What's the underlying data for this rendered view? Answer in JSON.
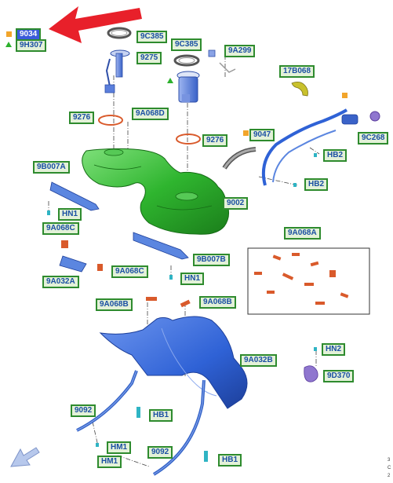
{
  "legend": {
    "items": [
      {
        "marker": "square",
        "color": "#f2a52b",
        "code": "9034",
        "selected": true
      },
      {
        "marker": "triangle",
        "color": "#2db12d",
        "code": "9H307"
      }
    ]
  },
  "callouts": {
    "c9C385_a": "9C385",
    "c9275": "9275",
    "c9C385_b": "9C385",
    "c9A299": "9A299",
    "c17B068": "17B068",
    "c9276_a": "9276",
    "c9A068D": "9A068D",
    "c9276_b": "9276",
    "c9047": "9047",
    "c9C268": "9C268",
    "cHB2_a": "HB2",
    "cHB2_b": "HB2",
    "c9B007A": "9B007A",
    "c9002": "9002",
    "cHN1_a": "HN1",
    "c9A068C_a": "9A068C",
    "c9A068A": "9A068A",
    "c9B007B": "9B007B",
    "c9A068C_b": "9A068C",
    "c9A032A": "9A032A",
    "cHN1_b": "HN1",
    "c9A068B_a": "9A068B",
    "c9A068B_b": "9A068B",
    "cHN2": "HN2",
    "c9A032B": "9A032B",
    "c9D370": "9D370",
    "c9092_a": "9092",
    "cHB1_a": "HB1",
    "cHM1": "HM1",
    "c9092_b": "9092",
    "cHB1_b": "HB1"
  },
  "page_ref": [
    "3",
    "C",
    "2"
  ],
  "colors": {
    "label_border": "#2e8b2e",
    "label_bg": "#e3f1d8",
    "label_text": "#1a4fa3",
    "selected_bg": "#3b5bdb",
    "arrow": "#e8202a",
    "tank": "#3cc43c",
    "shield": "#2f62d6",
    "strap": "#3766c9"
  }
}
